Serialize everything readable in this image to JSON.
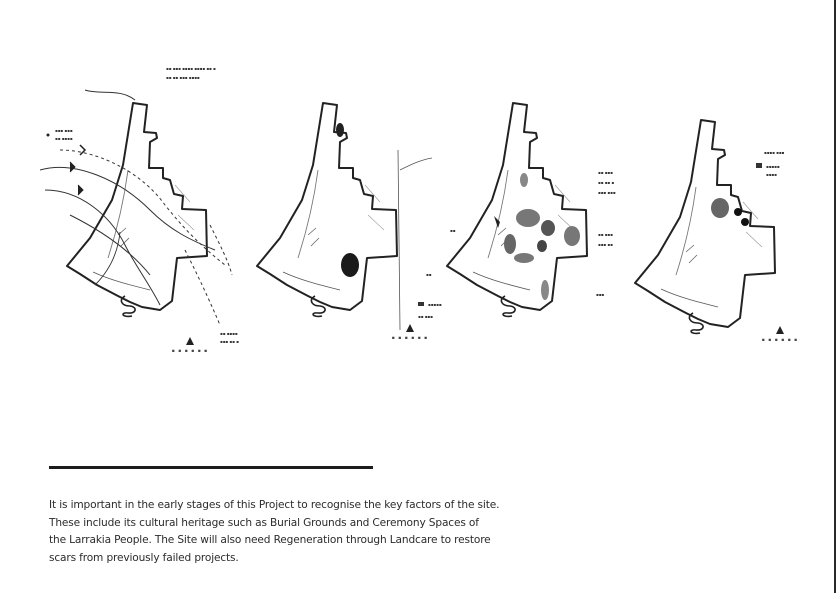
{
  "caption": {
    "lines": [
      "It is important in the early stages of this Project to recognise the key factors of the site.",
      "These include its cultural heritage such as Burial Grounds and Ceremony Spaces of",
      "the Larrakia People. The Site will also need Regeneration through Landcare to restore",
      "scars from previously failed projects."
    ]
  },
  "diagrams": [
    {
      "name": "site-analysis-movement",
      "focus": "site movement and access lines"
    },
    {
      "name": "site-analysis-heritage",
      "focus": "burial grounds and ceremony spaces"
    },
    {
      "name": "site-analysis-regeneration",
      "focus": "landcare regeneration zones"
    },
    {
      "name": "site-analysis-development",
      "focus": "development area"
    }
  ],
  "colors": {
    "ink": "#222222",
    "background": "#ffffff",
    "text": "#2b2b2b"
  }
}
